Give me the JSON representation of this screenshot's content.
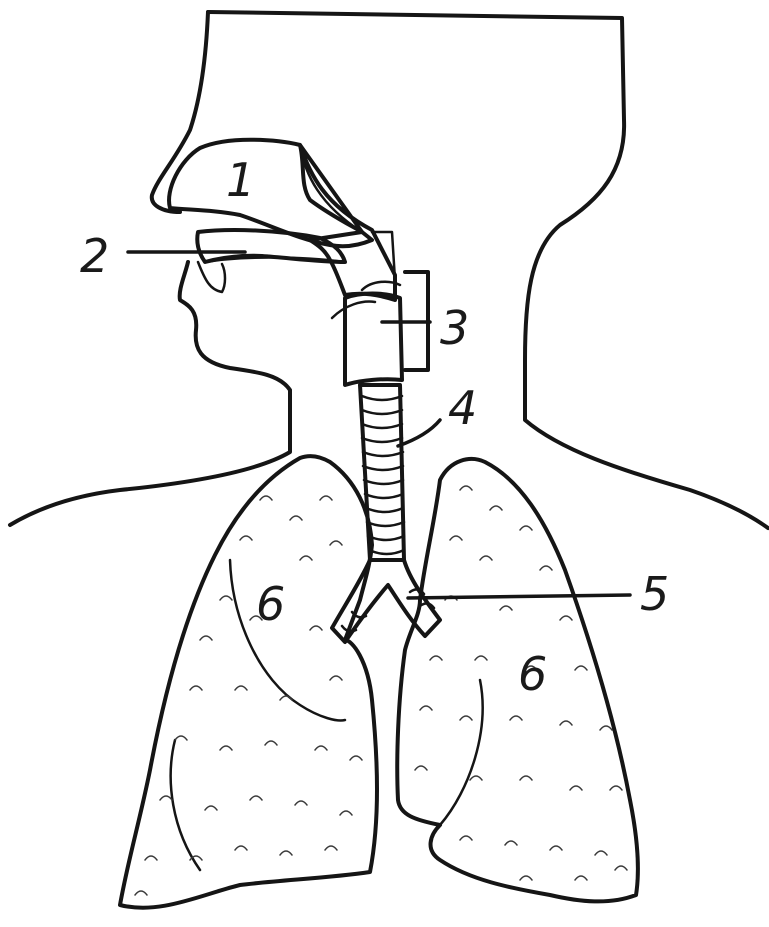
{
  "labels": {
    "nasal_cavity": "1",
    "oral_cavity": "2",
    "larynx": "3",
    "trachea": "4",
    "bronchi": "5",
    "left_lung": "6",
    "right_lung": "6"
  },
  "colors": {
    "ink": "#151515",
    "background": "#ffffff",
    "lung_shade": "#9a9a9a",
    "airway_shade": "#6e6e6e"
  }
}
